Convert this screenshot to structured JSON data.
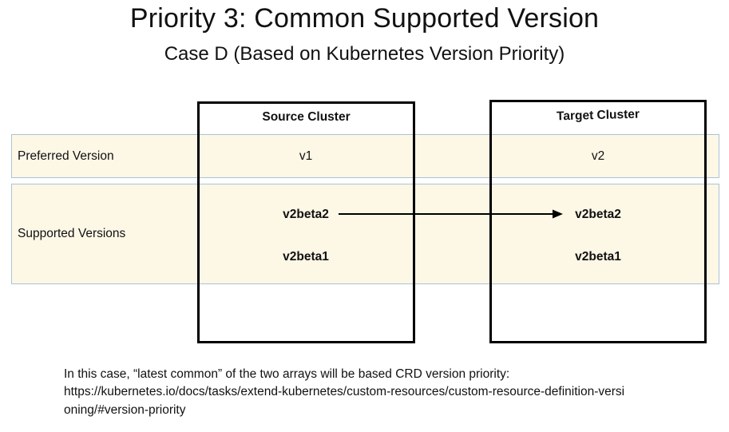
{
  "slide": {
    "title": "Priority 3: Common Supported Version",
    "subtitle": "Case D (Based on Kubernetes Version Priority)"
  },
  "table": {
    "row_labels": {
      "preferred": "Preferred Version",
      "supported": "Supported Versions"
    },
    "source": {
      "header": "Source Cluster",
      "preferred": "v1",
      "supported": [
        "v2beta2",
        "v2beta1"
      ]
    },
    "target": {
      "header": "Target Cluster",
      "preferred": "v2",
      "supported": [
        "v2beta2",
        "v2beta1"
      ]
    },
    "arrow": {
      "from": "v2beta2 (Source Cluster)",
      "to": "v2beta2 (Target Cluster)"
    }
  },
  "footer": {
    "text": "In this case, “latest common” of the two arrays will be based CRD version priority:",
    "url": "https://kubernetes.io/docs/tasks/extend-kubernetes/custom-resources/custom-resource-definition-versioning/#version-priority"
  },
  "colors": {
    "band_background": "#fdf7e6",
    "band_border": "#a9c4d6",
    "box_border": "#000000",
    "text": "#111111"
  }
}
